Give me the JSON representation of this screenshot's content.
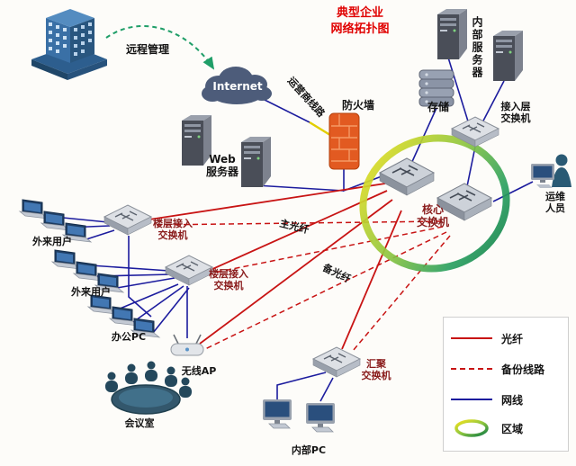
{
  "title": "典型企业\n网络拓扑图",
  "nodes": {
    "remote_management": "远程管理",
    "internet": "Internet",
    "carrier_line": "运营商线路",
    "firewall": "防火墙",
    "internal_server": "内部服务器",
    "storage": "存储",
    "access_layer_switch": "接入层\n交换机",
    "ops_staff": "运维人员",
    "core_switch": "核心\n交换机",
    "web_server": "Web\n服务器",
    "floor_switch_1": "楼层接入\n交换机",
    "floor_switch_2": "楼层接入\n交换机",
    "external_users_1": "外来用户",
    "external_users_2": "外来用户",
    "office_pc": "办公PC",
    "wireless_ap": "无线AP",
    "meeting_room": "会议室",
    "aggregation_switch": "汇聚\n交换机",
    "internal_pc": "内部PC",
    "main_fiber": "主光纤",
    "backup_fiber": "备光纤"
  },
  "legend": {
    "items": [
      {
        "id": "fiber",
        "label": "光纤"
      },
      {
        "id": "backup-line",
        "label": "备份线路"
      },
      {
        "id": "network-cable",
        "label": "网线"
      },
      {
        "id": "zone",
        "label": "区域"
      }
    ]
  },
  "colors": {
    "fiber_red": "#c81414",
    "cable_blue": "#1c1c9e",
    "title_red": "#e00000",
    "firewall_orange": "#e25a21",
    "carrier_yellow": "#e2ce00",
    "remote_arrow_green": "#1f9e68"
  }
}
